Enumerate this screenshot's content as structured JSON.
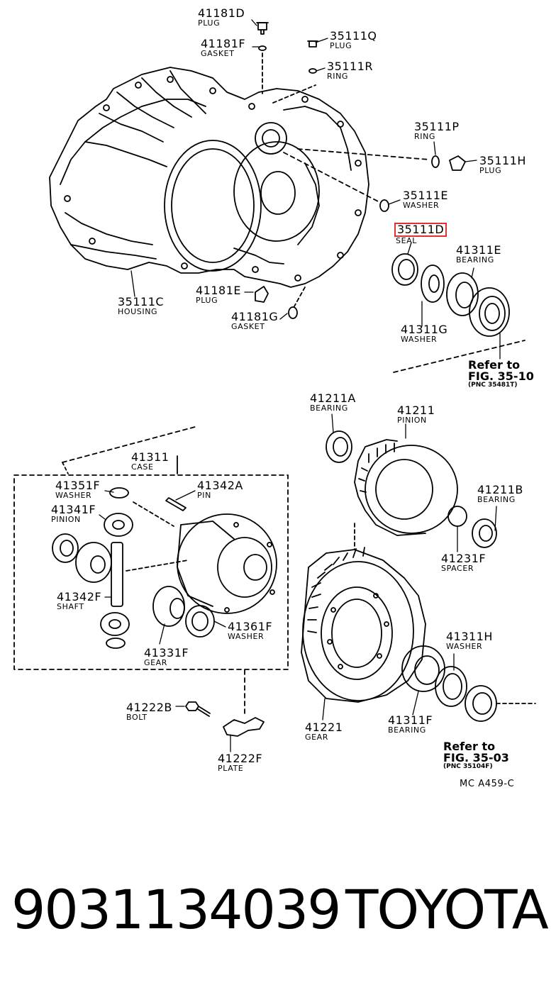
{
  "parts": {
    "p41181D": {
      "pn": "41181D",
      "name": "PLUG"
    },
    "p41181F": {
      "pn": "41181F",
      "name": "GASKET"
    },
    "p35111Q": {
      "pn": "35111Q",
      "name": "PLUG"
    },
    "p35111R": {
      "pn": "35111R",
      "name": "RING"
    },
    "p35111P": {
      "pn": "35111P",
      "name": "RING"
    },
    "p35111H": {
      "pn": "35111H",
      "name": "PLUG"
    },
    "p35111E": {
      "pn": "35111E",
      "name": "WASHER"
    },
    "p35111D": {
      "pn": "35111D",
      "name": "SEAL"
    },
    "p41311E": {
      "pn": "41311E",
      "name": "BEARING"
    },
    "p41311G": {
      "pn": "41311G",
      "name": "WASHER"
    },
    "p35111C": {
      "pn": "35111C",
      "name": "HOUSING"
    },
    "p41181E": {
      "pn": "41181E",
      "name": "PLUG"
    },
    "p41181G": {
      "pn": "41181G",
      "name": "GASKET"
    },
    "p41211A": {
      "pn": "41211A",
      "name": "BEARING"
    },
    "p41211": {
      "pn": "41211",
      "name": "PINION"
    },
    "p41211B": {
      "pn": "41211B",
      "name": "BEARING"
    },
    "p41231F": {
      "pn": "41231F",
      "name": "SPACER"
    },
    "p41311": {
      "pn": "41311",
      "name": "CASE"
    },
    "p41351F": {
      "pn": "41351F",
      "name": "WASHER"
    },
    "p41342A": {
      "pn": "41342A",
      "name": "PIN"
    },
    "p41341F": {
      "pn": "41341F",
      "name": "PINION"
    },
    "p41342F": {
      "pn": "41342F",
      "name": "SHAFT"
    },
    "p41361F": {
      "pn": "41361F",
      "name": "WASHER"
    },
    "p41331F": {
      "pn": "41331F",
      "name": "GEAR"
    },
    "p41311H": {
      "pn": "41311H",
      "name": "WASHER"
    },
    "p41222B": {
      "pn": "41222B",
      "name": "BOLT"
    },
    "p41222F": {
      "pn": "41222F",
      "name": "PLATE"
    },
    "p41221": {
      "pn": "41221",
      "name": "GEAR"
    },
    "p41311F": {
      "pn": "41311F",
      "name": "BEARING"
    }
  },
  "refs": {
    "r1": {
      "line1": "Refer to",
      "line2": "FIG. 35-10",
      "line3": "(PNC 35481T)"
    },
    "r2": {
      "line1": "Refer to",
      "line2": "FIG. 35-03",
      "line3": "(PNC 35104F)"
    }
  },
  "code": "MC  A459-C",
  "highlight_color": "#e03030",
  "footer": {
    "part_number": "9031134039",
    "brand": "TOYOTA"
  }
}
